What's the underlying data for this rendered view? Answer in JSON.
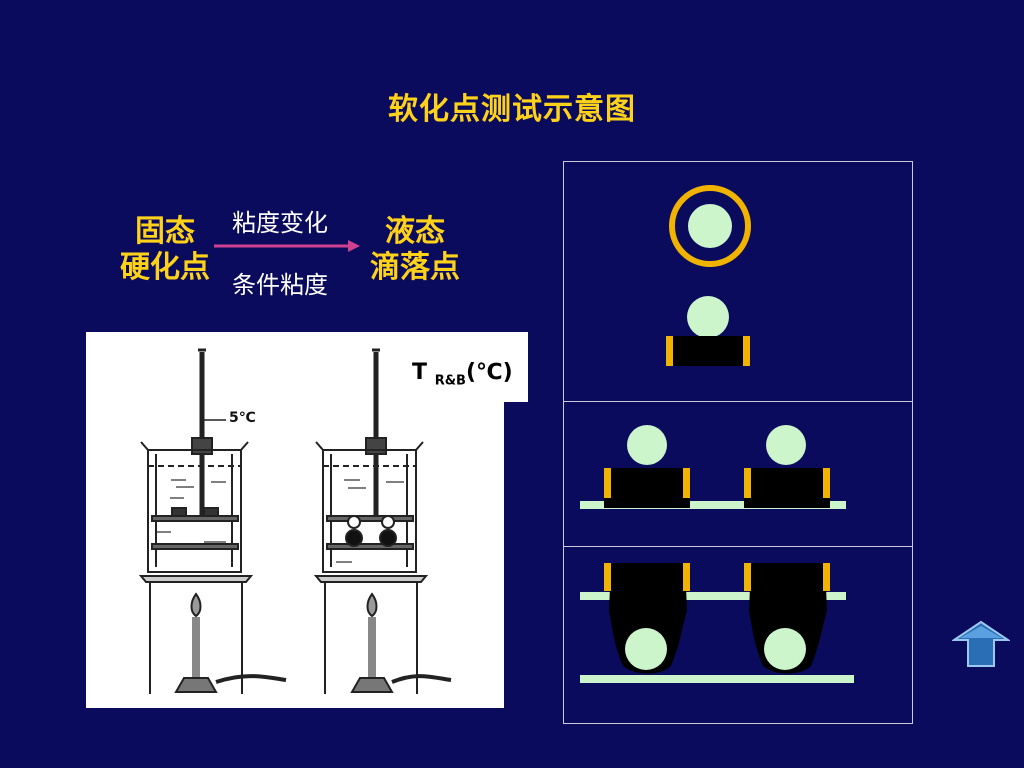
{
  "title": "软化点测试示意图",
  "left_state": {
    "line1": "固态",
    "line2": "硬化点"
  },
  "right_state": {
    "line1": "液态",
    "line2": "滴落点"
  },
  "arrow_top_label": "粘度变化",
  "arrow_bottom_label": "条件粘度",
  "apparatus": {
    "thermometer_label": "5℃",
    "temp_label_main": "T",
    "temp_label_sub": "R&B",
    "temp_label_unit": "(℃)"
  },
  "colors": {
    "background": "#0b0b5e",
    "accent_yellow": "#ffd21a",
    "ball": "#ccf5cc",
    "ring_body": "#000000",
    "ring_edge": "#f0b400",
    "plate": "#ccf5cc",
    "arrow": "#d04090",
    "nav_button": "#2a6fb5"
  },
  "nav": {
    "icon": "up-arrow-icon"
  }
}
